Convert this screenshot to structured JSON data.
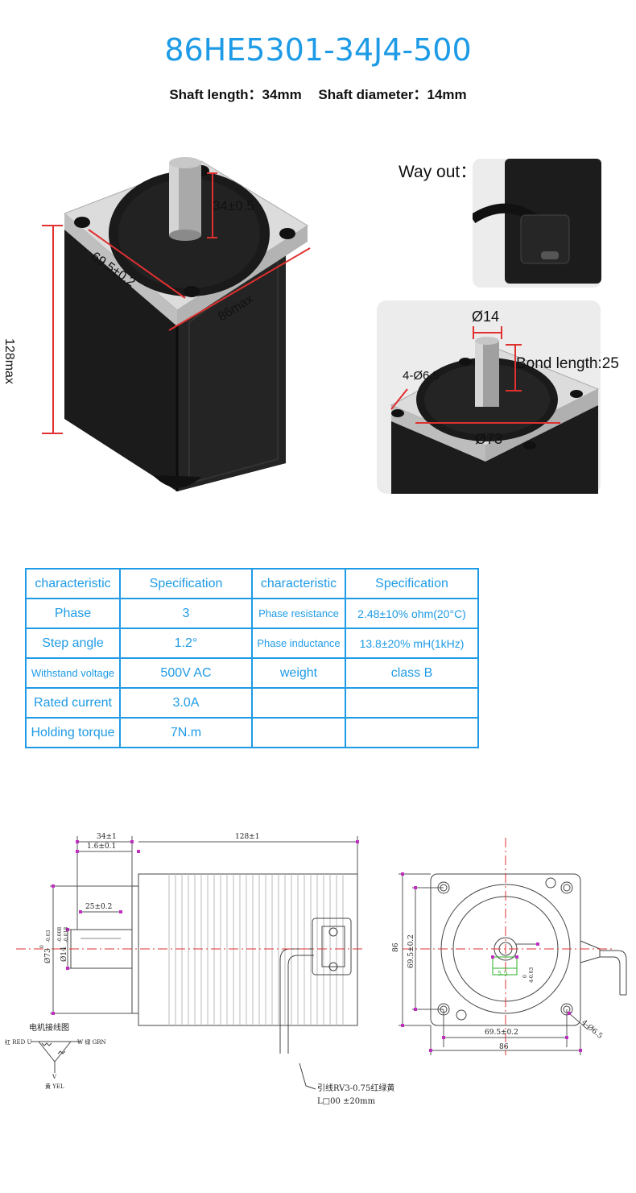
{
  "header": {
    "model": "86HE5301-34J4-500",
    "shaft_length": "Shaft length：34mm",
    "shaft_diameter": "Shaft diameter：14mm"
  },
  "photo_main": {
    "dim_shaft": "34±0.5",
    "dim_hole_spacing": "69.5±0.2",
    "dim_side": "86max",
    "dim_height": "128max"
  },
  "photo_wayout": {
    "label": "Way out："
  },
  "photo_detail": {
    "dim_shaft_diameter": "Ø14",
    "bond_length": "Bond length:25",
    "holes": "4-Ø6.5",
    "flange": "Ø73"
  },
  "spec_table": {
    "rows": [
      [
        "characteristic",
        "Specification",
        "characteristic",
        "Specification"
      ],
      [
        "Phase",
        "3",
        "Phase resistance",
        "2.48±10% ohm(20°C)"
      ],
      [
        "Step angle",
        "1.2°",
        "Phase inductance",
        "13.8±20% mH(1kHz)"
      ],
      [
        "Withstand voltage",
        "500V AC",
        "weight",
        "class B"
      ],
      [
        "Rated current",
        "3.0A",
        "",
        ""
      ],
      [
        "Holding torque",
        "7N.m",
        "",
        ""
      ]
    ]
  },
  "drawing": {
    "dim_shaft_len": "34±1",
    "dim_body_len": "128±1",
    "dim_boss": "1.6±0.1",
    "dim_key": "25±0.2",
    "dim_shaft_d": "Ø14",
    "dim_shaft_tol_hi": "-0.008",
    "dim_shaft_tol_lo": "-0.018",
    "dim_flange_d": "Ø73",
    "dim_flange_tol_hi": "0",
    "dim_flange_tol_lo": "-0.03",
    "wiring_title": "电机接线图",
    "wire_red": "红 RED U",
    "wire_green": "W 绿 GRN",
    "wire_yellow_v": "V",
    "wire_yellow": "黄 YEL",
    "lead_spec": "引线RV3-0.75红绿黄",
    "lead_len": "L□00 ±20mm",
    "dim_side_86": "86",
    "dim_hole_v": "69.5±0.2",
    "dim_hole_h": "69.5±0.2",
    "dim_bottom_86": "86",
    "dim_holes": "4-Ø6.5",
    "dim_flat": "5.5",
    "dim_flat_tol_hi": "0",
    "dim_flat_tol_lo": "4-0.03"
  }
}
